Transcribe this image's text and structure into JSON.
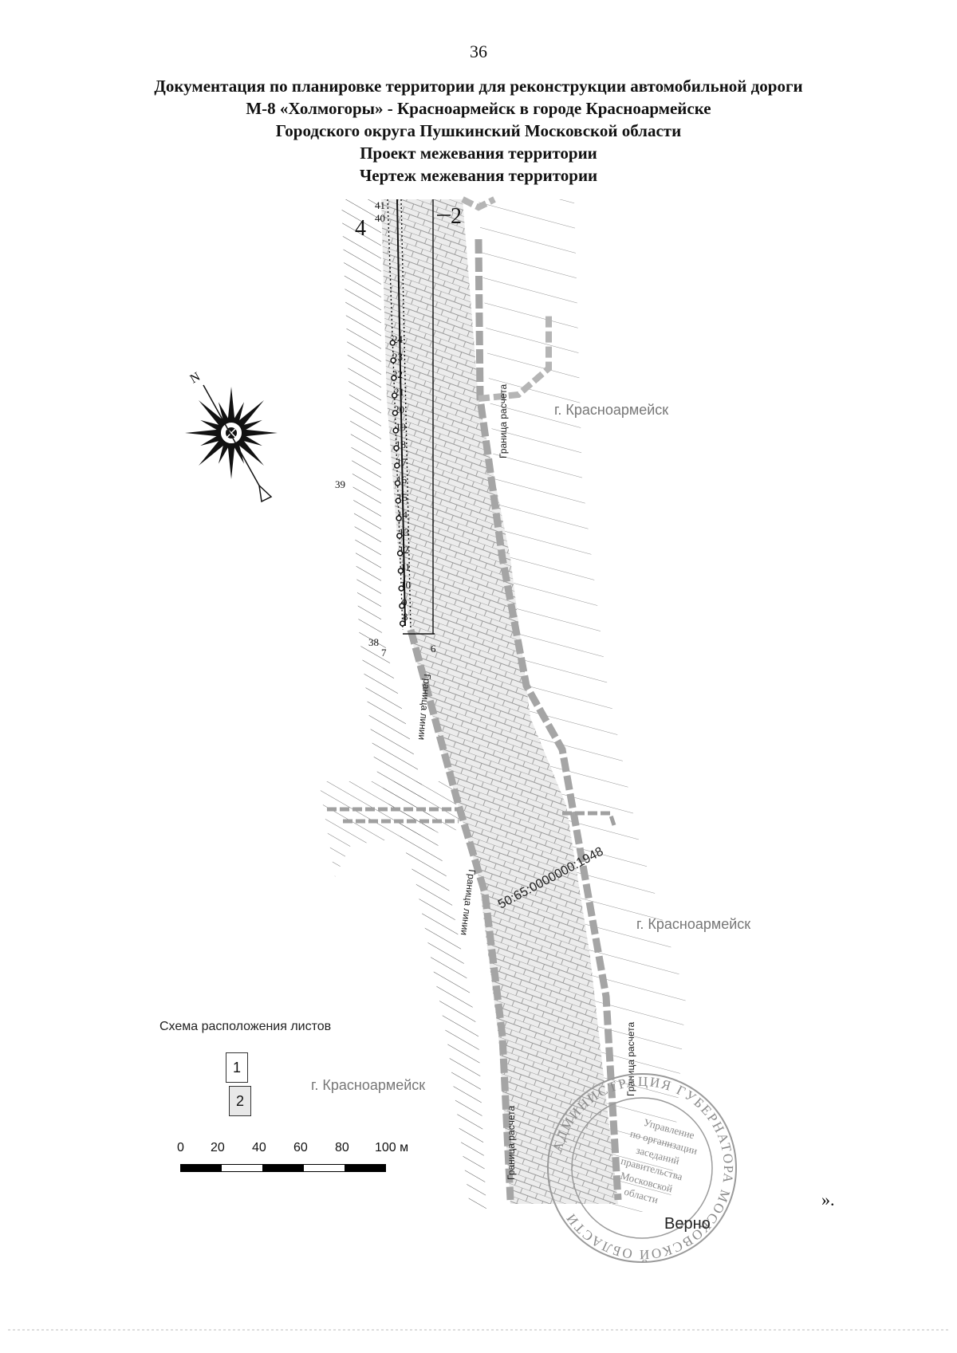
{
  "page_number": "36",
  "title_lines": [
    "Документация по планировке территории для реконструкции автомобильной дороги",
    "М-8 «Холмогоры» - Красноармейск в городе Красноармейске",
    "Городского округа Пушкинский Московской области",
    "Проект межевания территории",
    "Чертеж межевания территории"
  ],
  "map": {
    "sheet_labels": {
      "left": "4",
      "right": "2"
    },
    "point_numbers": [
      "41",
      "40",
      "24",
      "23",
      "22",
      "21",
      "20",
      "19",
      "18",
      "17",
      "16",
      "15",
      "14",
      "13",
      "12",
      "11",
      "10",
      "9",
      "8",
      "39",
      "38",
      "7",
      "6"
    ],
    "town_labels": [
      "г. Красноармейск",
      "г. Красноармейск",
      "г. Красноармейск"
    ],
    "calc_boundary_label": "Граница расчета",
    "red_line_label": "Граница линии",
    "cadastral_number": "50:65:0000000:1948",
    "compass_letter": "N",
    "colors": {
      "road_fill": "#d9d9d9",
      "boundary": "#9a9a9a",
      "hatch": "#444444",
      "ink": "#111111"
    }
  },
  "sheet_scheme": {
    "title": "Схема расположения листов",
    "sheets": [
      "1",
      "2"
    ]
  },
  "scale": {
    "labels": [
      "0",
      "20",
      "40",
      "60",
      "80",
      "100 м"
    ]
  },
  "stamp": {
    "ring_text": "АДМИНИСТРАЦИЯ ГУБЕРНАТОРА МОСКОВСКОЙ ОБЛАСТИ",
    "center_text": [
      "Управление",
      "по организации",
      "заседаний",
      "правительства",
      "Московской",
      "области"
    ]
  },
  "verno": "Верно",
  "closing_mark": "»."
}
